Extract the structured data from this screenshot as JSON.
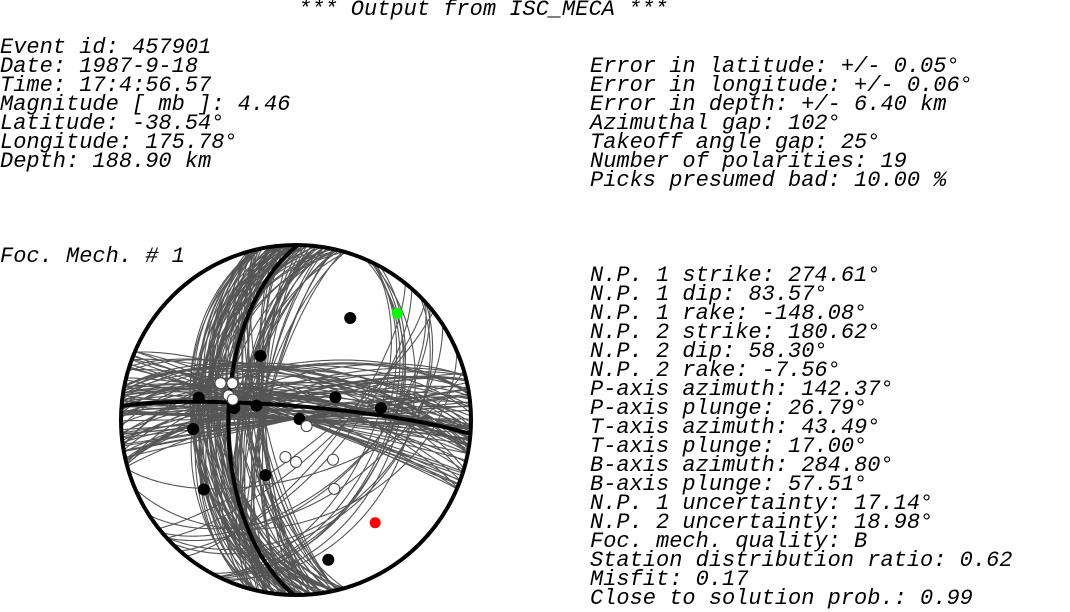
{
  "header": {
    "title": "*** Output from ISC_MECA ***"
  },
  "event": {
    "lines": [
      "Event id: 457901",
      "Date: 1987-9-18",
      "Time: 17:4:56.57",
      "Magnitude [ mb ]: 4.46",
      "Latitude: -38.54°",
      "Longitude: 175.78°",
      "Depth: 188.90 km"
    ]
  },
  "errors": {
    "lines": [
      "Error in latitude: +/- 0.05°",
      "Error in longitude: +/- 0.06°",
      "Error in depth: +/- 6.40 km",
      "Azimuthal gap: 102°",
      "Takeoff angle gap: 25°",
      "Number of polarities: 19",
      "Picks presumed bad: 10.00 %"
    ]
  },
  "mechanism": {
    "label": "Foc. Mech. # 1",
    "lines": [
      "N.P. 1 strike: 274.61°",
      "N.P. 1 dip: 83.57°",
      "N.P. 1 rake: -148.08°",
      "N.P. 2 strike: 180.62°",
      "N.P. 2 dip: 58.30°",
      "N.P. 2 rake: -7.56°",
      "P-axis azimuth: 142.37°",
      "P-axis plunge: 26.79°",
      "T-axis azimuth: 43.49°",
      "T-axis plunge: 17.00°",
      "B-axis azimuth: 284.80°",
      "B-axis plunge: 57.51°",
      "N.P. 1 uncertainty: 17.14°",
      "N.P. 2 uncertainty: 18.98°",
      "Foc. mech. quality: B",
      "Station distribution ratio: 0.62",
      "Misfit: 0.17",
      "Close to solution prob.: 0.99"
    ]
  },
  "beachball": {
    "np1": {
      "strike": 274.61,
      "dip": 83.57
    },
    "np2": {
      "strike": 180.62,
      "dip": 58.3
    },
    "t_axis": {
      "azimuth": 43.49,
      "plunge": 17.0,
      "color": "#00ff00"
    },
    "p_axis": {
      "azimuth": 142.37,
      "plunge": 26.79,
      "color": "#ff0000"
    },
    "colors": {
      "outline": "#000000",
      "alt_planes": "#555555",
      "compression": "#000000",
      "dilatation": "#ffffff"
    },
    "polarities": [
      {
        "az": 28,
        "r": 0.66,
        "type": "compression"
      },
      {
        "az": 331,
        "r": 0.42,
        "type": "compression"
      },
      {
        "az": 60,
        "r": 0.26,
        "type": "compression"
      },
      {
        "az": 82,
        "r": 0.49,
        "type": "compression"
      },
      {
        "az": 281,
        "r": 0.36,
        "type": "compression"
      },
      {
        "az": 283,
        "r": 0.57,
        "type": "compression"
      },
      {
        "az": 265,
        "r": 0.59,
        "type": "compression"
      },
      {
        "az": 233,
        "r": 0.66,
        "type": "compression"
      },
      {
        "az": 209,
        "r": 0.36,
        "type": "compression"
      },
      {
        "az": 167,
        "r": 0.82,
        "type": "compression"
      },
      {
        "az": 74,
        "r": 0.02,
        "type": "compression"
      },
      {
        "az": 290,
        "r": 0.24,
        "type": "compression"
      },
      {
        "az": 290,
        "r": 0.41,
        "type": "dilatation"
      },
      {
        "az": 300,
        "r": 0.42,
        "type": "dilatation"
      },
      {
        "az": 288,
        "r": 0.38,
        "type": "dilatation"
      },
      {
        "az": 120,
        "r": 0.07,
        "type": "dilatation"
      },
      {
        "az": 196,
        "r": 0.22,
        "type": "dilatation"
      },
      {
        "az": 180,
        "r": 0.24,
        "type": "dilatation"
      },
      {
        "az": 137,
        "r": 0.31,
        "type": "dilatation"
      },
      {
        "az": 151,
        "r": 0.45,
        "type": "dilatation"
      },
      {
        "az": 296,
        "r": 0.48,
        "type": "dilatation"
      }
    ]
  }
}
